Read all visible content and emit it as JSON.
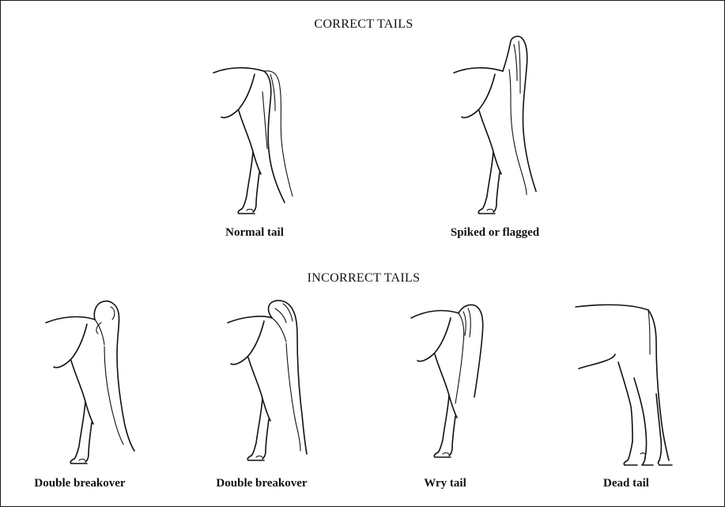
{
  "headings": {
    "correct": "CORRECT TAILS",
    "incorrect": "INCORRECT TAILS"
  },
  "figures": [
    {
      "caption": "Normal tail",
      "tail": "normal"
    },
    {
      "caption": "Spiked or flagged",
      "tail": "spiked"
    },
    {
      "caption": "Double breakover",
      "tail": "double-breakover-1"
    },
    {
      "caption": "Double breakover",
      "tail": "double-breakover-2"
    },
    {
      "caption": "Wry tail",
      "tail": "wry"
    },
    {
      "caption": "Dead tail",
      "tail": "dead"
    }
  ]
}
